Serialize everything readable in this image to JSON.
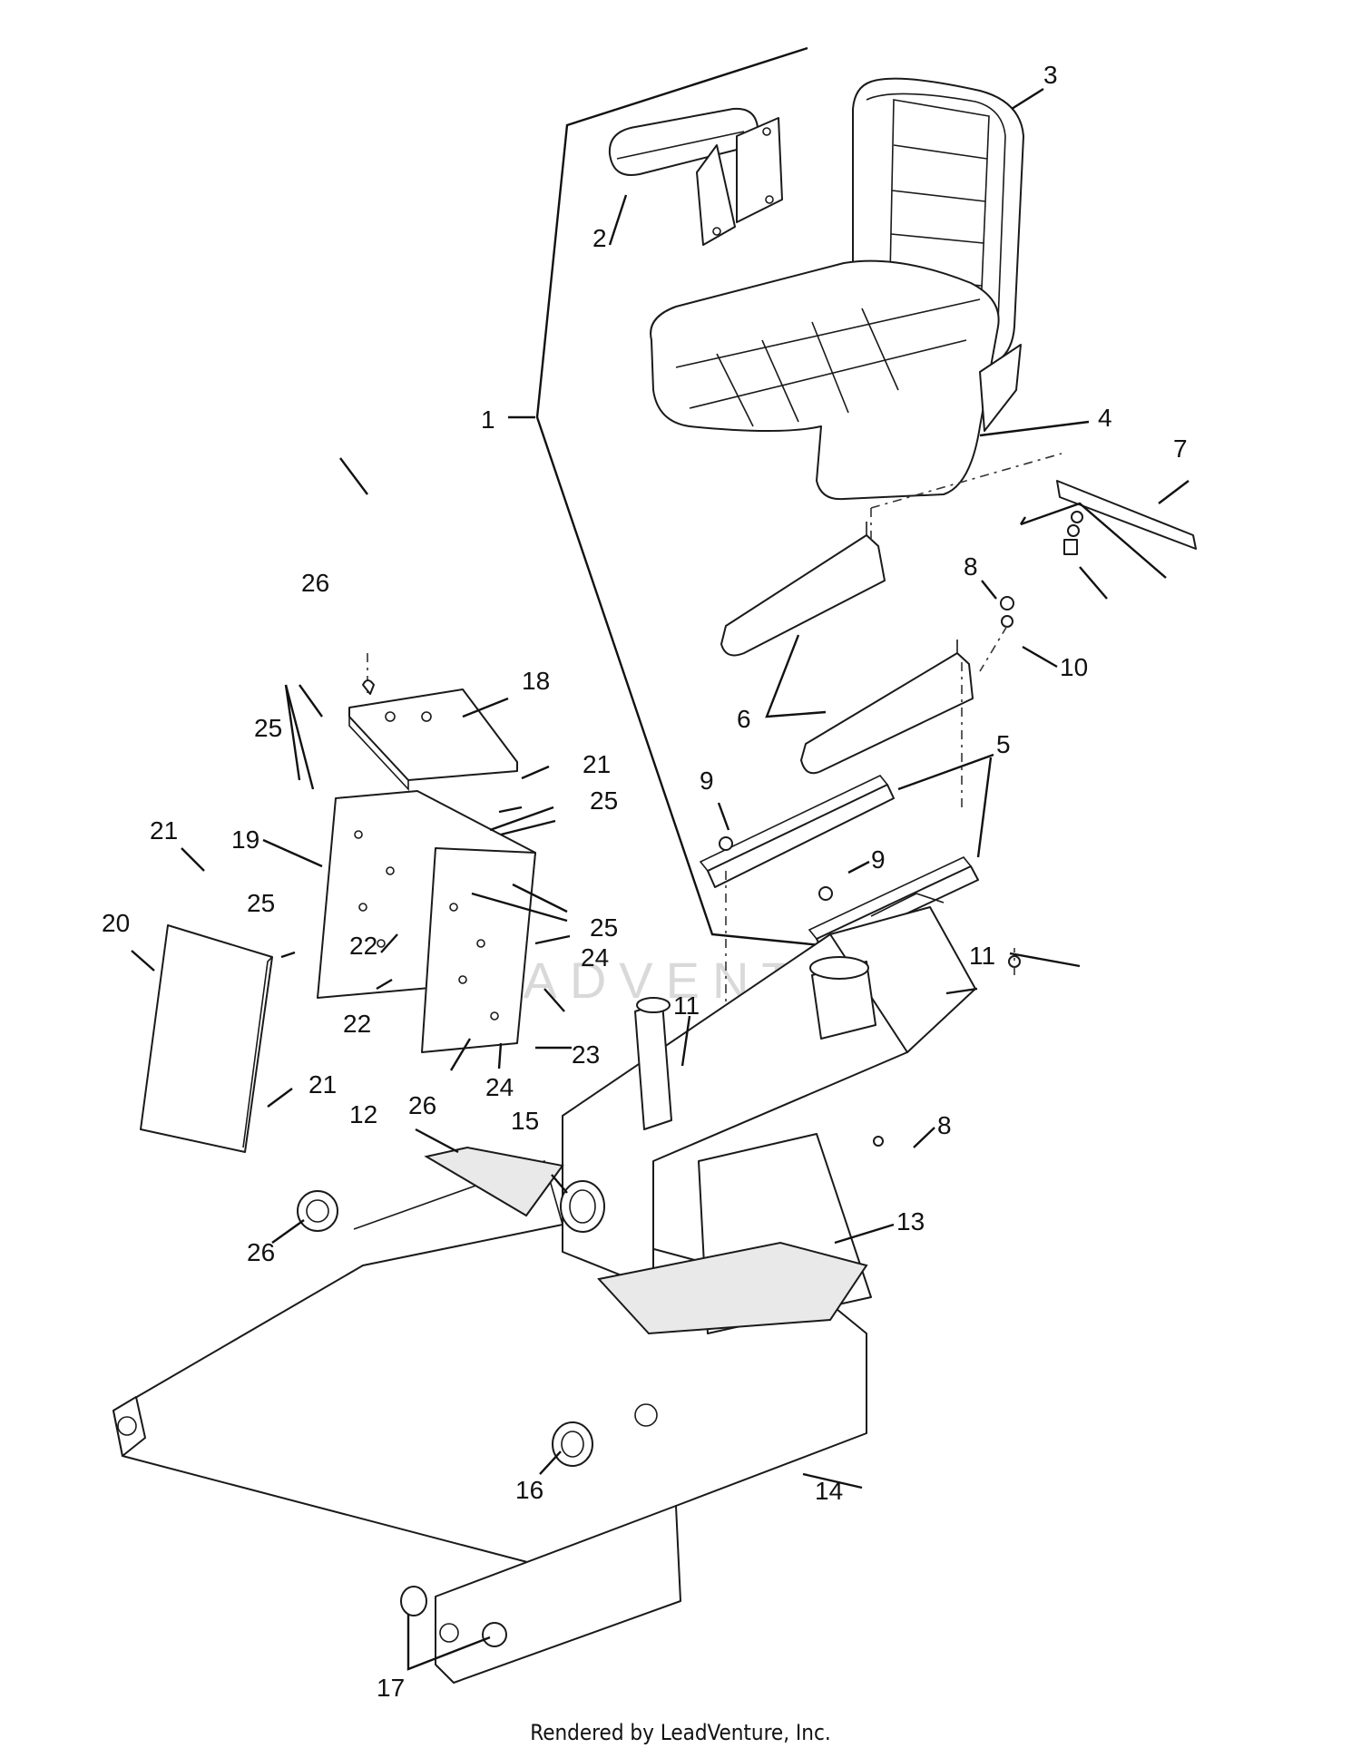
{
  "watermark": "LEADVENTURE",
  "footer": "Rendered by LeadVenture, Inc.",
  "callouts": {
    "c1": "1",
    "c2": "2",
    "c3": "3",
    "c4": "4",
    "c5": "5",
    "c6": "6",
    "c7": "7",
    "c8a": "8",
    "c8b": "8",
    "c9a": "9",
    "c9b": "9",
    "c10": "10",
    "c11a": "11",
    "c11b": "11",
    "c12": "12",
    "c13": "13",
    "c14": "14",
    "c15": "15",
    "c16": "16",
    "c17": "17",
    "c18": "18",
    "c19": "19",
    "c20": "20",
    "c21a": "21",
    "c21b": "21",
    "c21c": "21",
    "c22a": "22",
    "c22b": "22",
    "c23": "23",
    "c24a": "24",
    "c24b": "24",
    "c25a": "25",
    "c25b": "25",
    "c25c": "25",
    "c25d": "25",
    "c26a": "26",
    "c26b": "26",
    "c26c": "26"
  }
}
